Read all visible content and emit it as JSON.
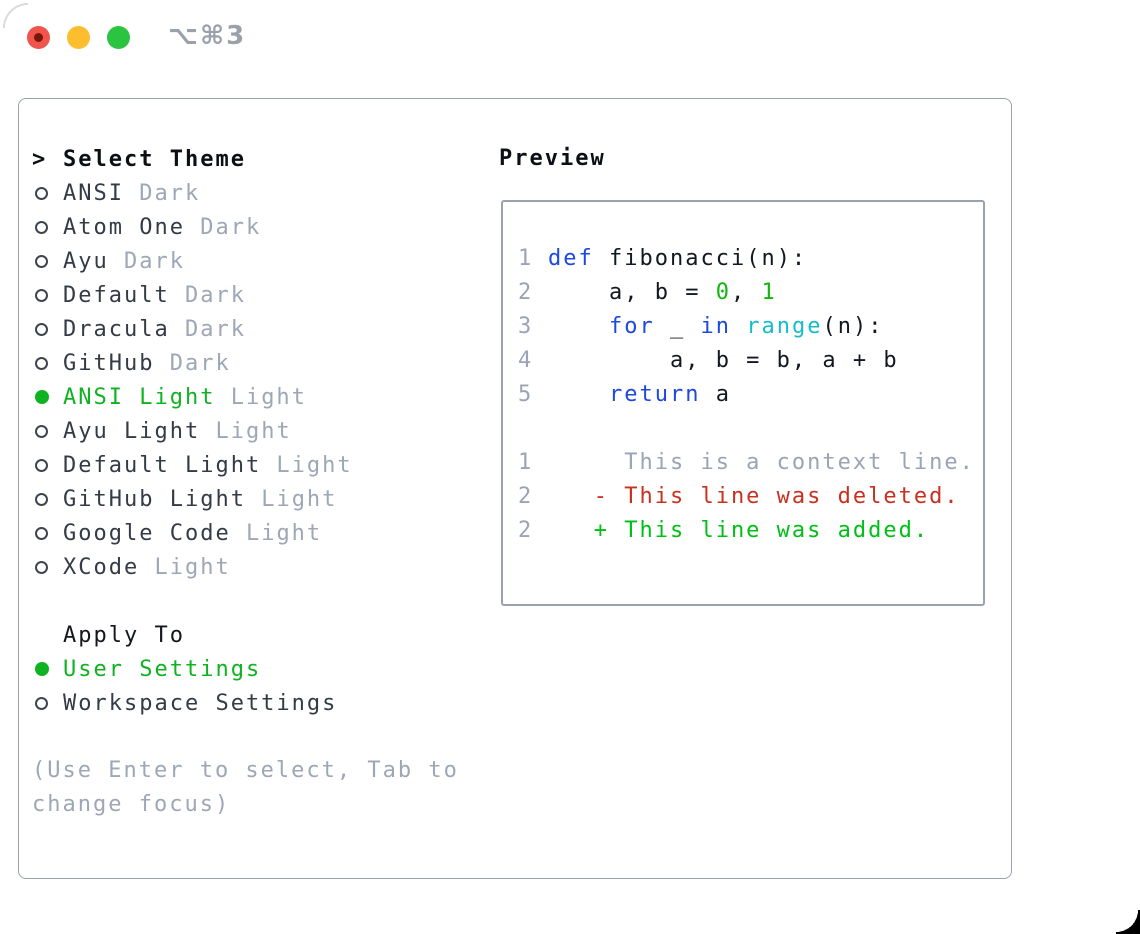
{
  "window": {
    "title": "⌥⌘3",
    "traffic_lights": [
      "close",
      "minimize",
      "zoom"
    ]
  },
  "theme_picker": {
    "prompt": ">",
    "title": "Select Theme",
    "themes": [
      {
        "name": "ANSI",
        "variant": "Dark",
        "selected": false
      },
      {
        "name": "Atom One",
        "variant": "Dark",
        "selected": false
      },
      {
        "name": "Ayu",
        "variant": "Dark",
        "selected": false
      },
      {
        "name": "Default",
        "variant": "Dark",
        "selected": false
      },
      {
        "name": "Dracula",
        "variant": "Dark",
        "selected": false
      },
      {
        "name": "GitHub",
        "variant": "Dark",
        "selected": false
      },
      {
        "name": "ANSI Light",
        "variant": "Light",
        "selected": true
      },
      {
        "name": "Ayu Light",
        "variant": "Light",
        "selected": false
      },
      {
        "name": "Default Light",
        "variant": "Light",
        "selected": false
      },
      {
        "name": "GitHub Light",
        "variant": "Light",
        "selected": false
      },
      {
        "name": "Google Code",
        "variant": "Light",
        "selected": false
      },
      {
        "name": "XCode",
        "variant": "Light",
        "selected": false
      }
    ],
    "apply_to": {
      "label": "Apply To",
      "options": [
        {
          "name": "User Settings",
          "selected": true
        },
        {
          "name": "Workspace Settings",
          "selected": false
        }
      ]
    },
    "help": "(Use Enter to select, Tab to change focus)"
  },
  "preview": {
    "label": "Preview",
    "lines": [
      {
        "num": "1",
        "segments": [
          [
            "def",
            "keyword"
          ],
          [
            " fibonacci(n):",
            "plain"
          ]
        ]
      },
      {
        "num": "2",
        "segments": [
          [
            "    a, b = ",
            "plain"
          ],
          [
            "0",
            "number"
          ],
          [
            ", ",
            "plain"
          ],
          [
            "1",
            "number"
          ]
        ]
      },
      {
        "num": "3",
        "segments": [
          [
            "    ",
            "plain"
          ],
          [
            "for",
            "keyword"
          ],
          [
            " _ ",
            "plain"
          ],
          [
            "in",
            "keyword"
          ],
          [
            " ",
            "plain"
          ],
          [
            "range",
            "builtin"
          ],
          [
            "(n):",
            "plain"
          ]
        ]
      },
      {
        "num": "4",
        "segments": [
          [
            "        a, b = b, a + b",
            "plain"
          ]
        ]
      },
      {
        "num": "5",
        "segments": [
          [
            "    ",
            "plain"
          ],
          [
            "return",
            "keyword"
          ],
          [
            " a",
            "plain"
          ]
        ]
      },
      {
        "num": "",
        "segments": []
      },
      {
        "num": "1",
        "segments": [
          [
            "     This is a context line.",
            "context"
          ]
        ]
      },
      {
        "num": "2",
        "segments": [
          [
            "   - This line was deleted.",
            "deleted"
          ]
        ]
      },
      {
        "num": "2",
        "segments": [
          [
            "   + This line was added.",
            "added"
          ]
        ]
      }
    ]
  },
  "colors": {
    "keyword": "#1c49e0",
    "builtin": "#15bdc9",
    "number": "#13b50f",
    "plain": "#121722",
    "context": "#9aa4b4",
    "deleted": "#c8311f",
    "added": "#00bf17",
    "line_number": "#9aa4b4",
    "accent_selected": "#0fb321",
    "muted": "#9da7b6",
    "border": "#9aa2ae"
  }
}
